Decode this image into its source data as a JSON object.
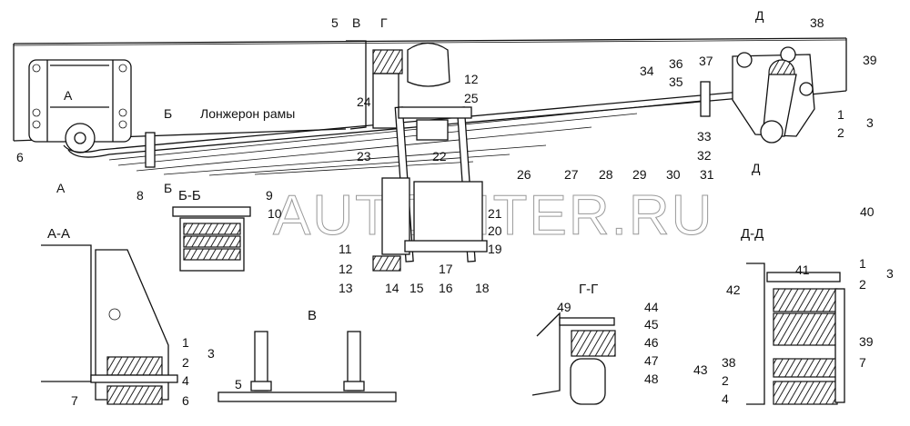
{
  "watermark": "AUTOPITER.RU",
  "main_view": {
    "frame_label": "Лонжерон рамы",
    "section_marks": {
      "A": "А",
      "B": "Б",
      "V": "В",
      "G": "Г",
      "D": "Д"
    },
    "callouts": [
      "1",
      "2",
      "3",
      "5",
      "6",
      "11",
      "12",
      "12",
      "13",
      "14",
      "15",
      "16",
      "17",
      "18",
      "19",
      "20",
      "21",
      "22",
      "23",
      "24",
      "25",
      "26",
      "27",
      "28",
      "29",
      "30",
      "31",
      "32",
      "33",
      "34",
      "35",
      "36",
      "37",
      "38",
      "39",
      "40"
    ]
  },
  "section_bb": {
    "title": "Б-Б",
    "callouts": [
      "8",
      "9",
      "10"
    ]
  },
  "section_aa": {
    "title": "А-А",
    "callouts": [
      "1",
      "2",
      "3",
      "4",
      "6",
      "7"
    ]
  },
  "view_v": {
    "title": "В",
    "callouts": [
      "5"
    ]
  },
  "section_gg": {
    "title": "Г-Г",
    "callouts": [
      "44",
      "45",
      "46",
      "47",
      "48",
      "49"
    ]
  },
  "section_dd": {
    "title": "Д-Д",
    "callouts": [
      "1",
      "2",
      "3",
      "41",
      "42",
      "39",
      "38",
      "2",
      "7",
      "43",
      "4"
    ]
  }
}
